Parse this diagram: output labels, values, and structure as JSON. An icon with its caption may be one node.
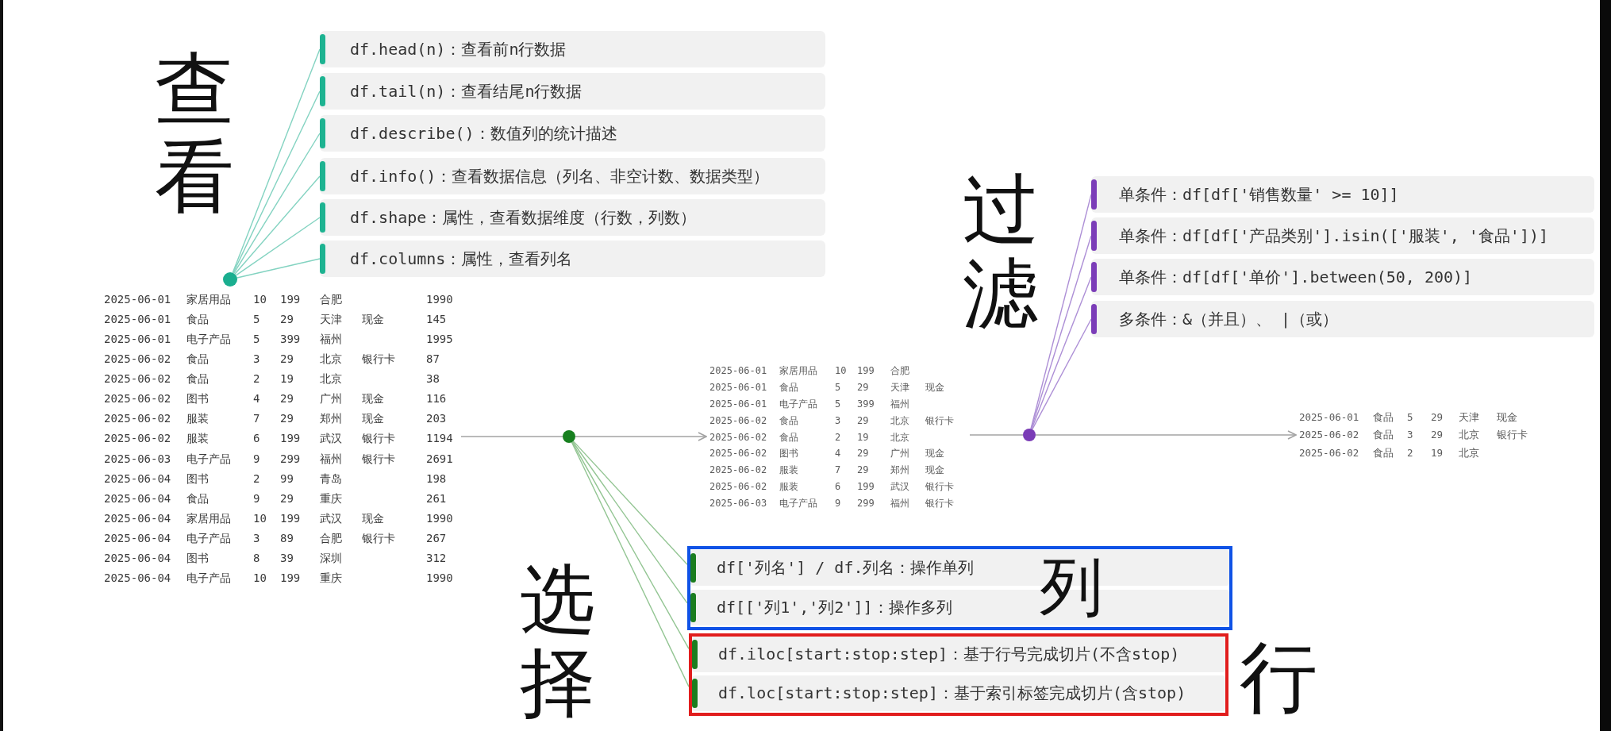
{
  "diagram": {
    "nodes": [
      {
        "text": [],
        "shape": "circle"
      },
      {
        "text": [
          "df.head(n)：查看前n行数据"
        ]
      },
      {
        "text": [
          "df.tail(n)：查看结尾n行数据"
        ]
      },
      {
        "text": [
          "df.describe()：数值列的统计描述"
        ]
      },
      {
        "text": [
          "df.info()：查看数据信息（列名、非空计数、数据类型）"
        ]
      },
      {
        "text": [
          "df.shape：属性，查看数据维度（行数，列数）"
        ]
      },
      {
        "text": [
          "df.columns：属性，查看列名"
        ]
      },
      {
        "text": [
          "2025-06-01",
          "家居用品",
          "10",
          "199",
          "合肥",
          "1990",
          "2025-06-01",
          "食品",
          "5",
          "29",
          "天津",
          "现金",
          "145",
          "2025-06-01",
          "电子产品",
          "5",
          "399",
          "福州",
          "1995",
          "2025-06-02",
          "食品",
          "3",
          "29",
          "北京",
          "银行卡",
          "87",
          "2025-06-02",
          "食品",
          "2",
          "19",
          "北京",
          "38",
          "2025-06-02",
          "图书",
          "4",
          "29",
          "广州",
          "现金",
          "116",
          "2025-06-02",
          "服装",
          "7",
          "29",
          "郑州",
          "现金",
          "203",
          "2025-06-02",
          "服装",
          "6",
          "199",
          "武汉",
          "银行卡",
          "1194",
          "2025-06-03",
          "电子产品",
          "9",
          "299",
          "福州",
          "银行卡",
          "2691",
          "2025-06-04",
          "图书",
          "2",
          "99",
          "青岛",
          "198",
          "2025-06-04",
          "食品",
          "9",
          "29",
          "重庆",
          "261",
          "2025-06-04",
          "家居用品",
          "10",
          "199",
          "武汉",
          "现金",
          "1990",
          "2025-06-04",
          "电子产品",
          "3",
          "89",
          "合肥",
          "银行卡",
          "267",
          "2025-06-04",
          "图书",
          "8",
          "39",
          "深圳",
          "312",
          "2025-06-04",
          "电子产品",
          "10",
          "199",
          "重庆",
          "1990"
        ]
      },
      {
        "text": [],
        "shape": "circle"
      },
      {
        "text": [
          "2025-06-01",
          "家居用品",
          "10",
          "199",
          "合肥",
          "2025-06-01",
          "食品",
          "5",
          "29",
          "天津",
          "现金",
          "2025-06-01",
          "电子产品",
          "5",
          "399",
          "福州",
          "2025-06-02",
          "食品",
          "3",
          "29",
          "北京",
          "银行卡",
          "2025-06-02",
          "食品",
          "2",
          "19",
          "北京",
          "2025-06-02",
          "图书",
          "4",
          "29",
          "广州",
          "现金",
          "2025-06-02",
          "服装",
          "7",
          "29",
          "郑州",
          "现金",
          "2025-06-02",
          "服装",
          "6",
          "199",
          "武汉",
          "银行卡",
          "2025-06-03",
          "电子产品",
          "9",
          "299",
          "福州",
          "银行卡"
        ]
      },
      {
        "text": [],
        "shape": "circle"
      },
      {
        "text": [
          "单条件：df[df['销售数量' >= 10]]"
        ]
      },
      {
        "text": [
          "单条件：df[df['产品类别'].isin(['服装', '食品'])]"
        ]
      },
      {
        "text": [
          "单条件：df[df['单价'].between(50, 200)]"
        ]
      },
      {
        "text": [
          "多条件：&（并且）、 |（或）"
        ]
      },
      {
        "text": [
          "2025-06-01",
          "食品",
          "5",
          "29",
          "天津",
          "现金",
          "2025-06-02",
          "食品",
          "3",
          "29",
          "北京",
          "银行卡",
          "2025-06-02",
          "食品",
          "2",
          "19",
          "北京"
        ]
      },
      {
        "text": [
          "列"
        ]
      },
      {
        "text": [
          "df['列名'] / df.列名：操作单列"
        ],
        "in": 16
      },
      {
        "text": [
          "df[['列1','列2']]：操作多列"
        ],
        "in": 16
      },
      {
        "text": [],
        "shape": "box",
        "beside": [
          "行"
        ]
      },
      {
        "text": [
          "df.iloc[start:stop:step]：基于行号完成切片(不含stop)"
        ],
        "in": 19
      },
      {
        "text": [
          "df.loc[start:stop:step]：基于索引标签完成切片(含stop)"
        ],
        "in": 19
      }
    ],
    "edges": [
      {
        "from": 0,
        "to": 1,
        "arrow": "none",
        "color": "#83d3c1"
      },
      {
        "from": 0,
        "to": 2,
        "arrow": "none",
        "color": "#83d3c1"
      },
      {
        "from": 0,
        "to": 3,
        "arrow": "none",
        "color": "#83d3c1"
      },
      {
        "from": 0,
        "to": 4,
        "arrow": "none",
        "color": "#83d3c1"
      },
      {
        "from": 0,
        "to": 5,
        "arrow": "none",
        "color": "#83d3c1"
      },
      {
        "from": 0,
        "to": 6,
        "arrow": "none",
        "color": "#83d3c1"
      },
      {
        "from": 7,
        "to": 8,
        "arrow": "none",
        "color": "#a3a3a3"
      },
      {
        "from": 8,
        "to": 9,
        "arrow": "to",
        "color": "#a3a3a3"
      },
      {
        "from": 8,
        "to": 17,
        "arrow": "none",
        "color": "#93c593"
      },
      {
        "from": 8,
        "to": 18,
        "arrow": "none",
        "color": "#93c593"
      },
      {
        "from": 8,
        "to": 20,
        "arrow": "none",
        "color": "#93c593"
      },
      {
        "from": 8,
        "to": 21,
        "arrow": "none",
        "color": "#93c593"
      },
      {
        "from": 9,
        "to": 10,
        "arrow": "none",
        "color": "#a3a3a3"
      },
      {
        "from": 10,
        "to": 11,
        "arrow": "none",
        "color": "#ad8fd6"
      },
      {
        "from": 10,
        "to": 12,
        "arrow": "none",
        "color": "#ad8fd6"
      },
      {
        "from": 10,
        "to": 13,
        "arrow": "none",
        "color": "#ad8fd6"
      },
      {
        "from": 10,
        "to": 14,
        "arrow": "none",
        "color": "#ad8fd6"
      },
      {
        "from": 10,
        "to": 15,
        "arrow": "to",
        "color": "#a3a3a3"
      }
    ],
    "labels": [
      "查看",
      "过滤",
      "选择"
    ]
  }
}
